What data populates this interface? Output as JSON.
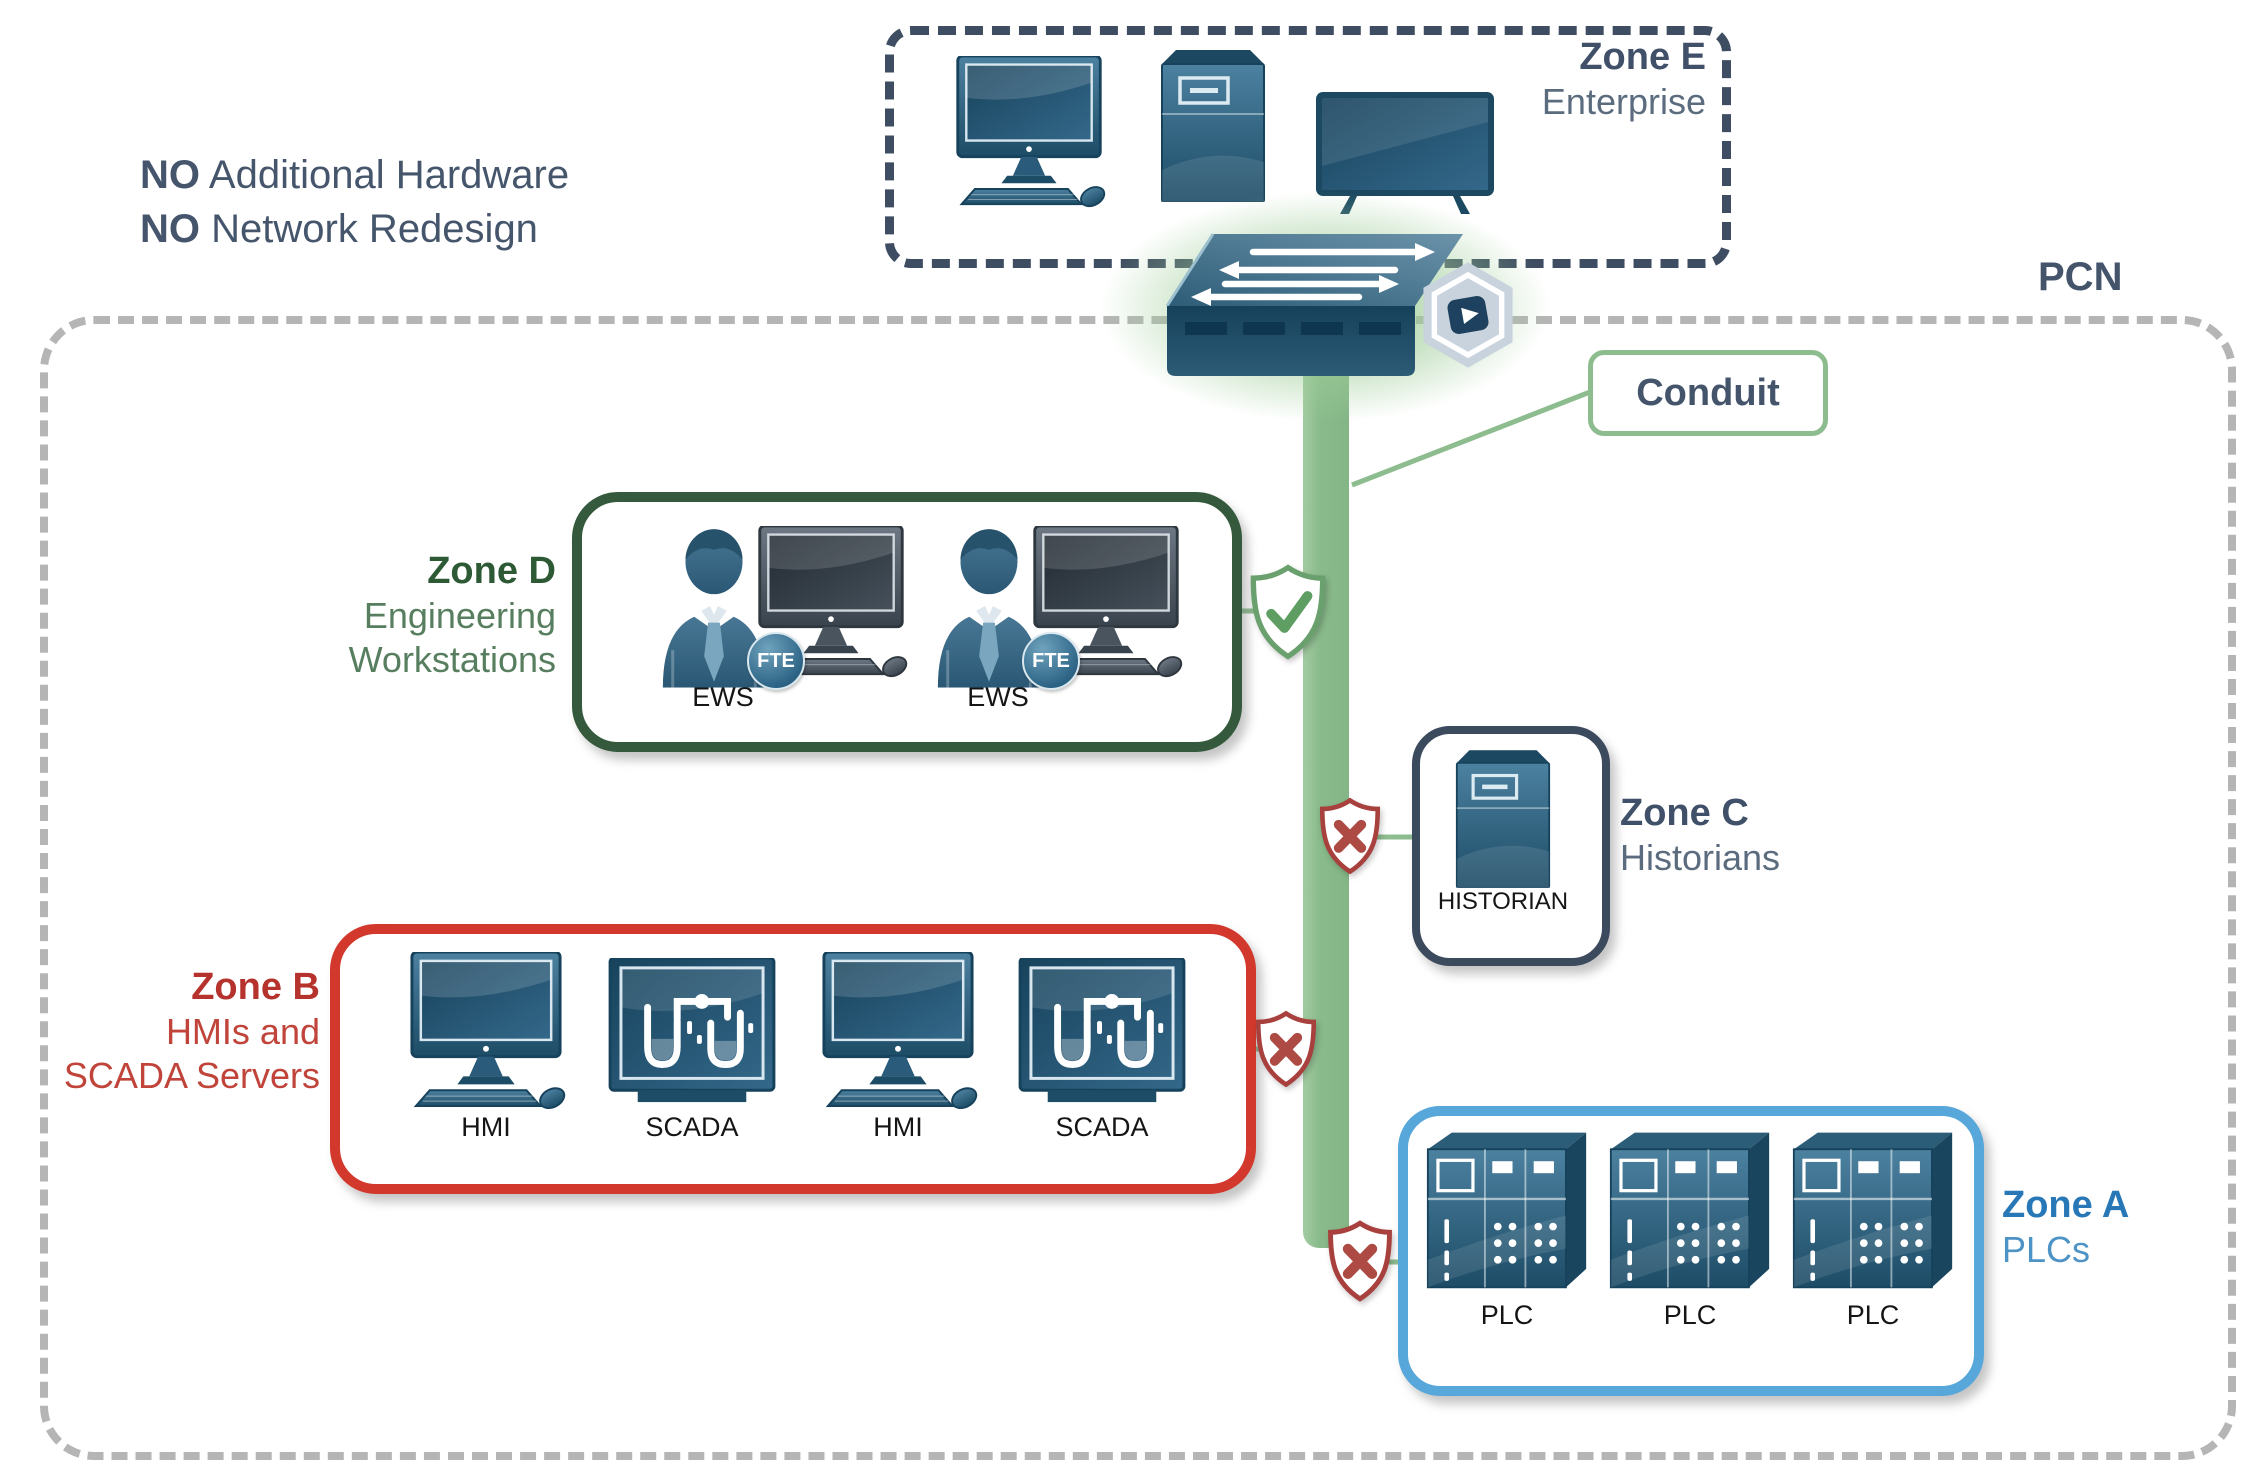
{
  "callout": {
    "line1_bold": "NO",
    "line1_rest": " Additional Hardware",
    "line2_bold": "NO",
    "line2_rest": " Network Redesign"
  },
  "pcn": {
    "label": "PCN"
  },
  "conduit": {
    "label": "Conduit"
  },
  "zones": {
    "e": {
      "title": "Zone E",
      "subtitle": "Enterprise",
      "icons": [
        "desktop-computer",
        "tower-server",
        "flat-screen-monitor"
      ]
    },
    "d": {
      "title": "Zone D",
      "subtitle_line1": "Engineering",
      "subtitle_line2": "Workstations",
      "gate": "allowed",
      "workstations": [
        {
          "label": "EWS",
          "badge": "FTE"
        },
        {
          "label": "EWS",
          "badge": "FTE"
        }
      ]
    },
    "c": {
      "title": "Zone C",
      "subtitle": "Historians",
      "gate": "blocked",
      "device_label": "HISTORIAN"
    },
    "b": {
      "title": "Zone B",
      "subtitle_line1": "HMIs and",
      "subtitle_line2": "SCADA Servers",
      "gate": "blocked",
      "devices": [
        "HMI",
        "SCADA",
        "HMI",
        "SCADA"
      ]
    },
    "a": {
      "title": "Zone A",
      "subtitle": "PLCs",
      "gate": "blocked",
      "devices": [
        "PLC",
        "PLC",
        "PLC"
      ]
    }
  },
  "colors": {
    "slate_text": "#44546b",
    "pcn_dash": "#b5b5b5",
    "enterprise_dash": "#3e4d61",
    "conduit_green": "#8dbc8f",
    "zone_d_border": "#35593d",
    "zone_d_text": "#2d5a35",
    "zone_d_subtext": "#587e60",
    "zone_c_border": "#3c4a5e",
    "zone_b_border": "#d2392c",
    "zone_b_text": "#b5332c",
    "zone_a_border": "#57a7db",
    "zone_a_text": "#2878b8",
    "shield_allow": "#6aa06e",
    "shield_block": "#a8403d",
    "device_teal": "#2f6080"
  }
}
